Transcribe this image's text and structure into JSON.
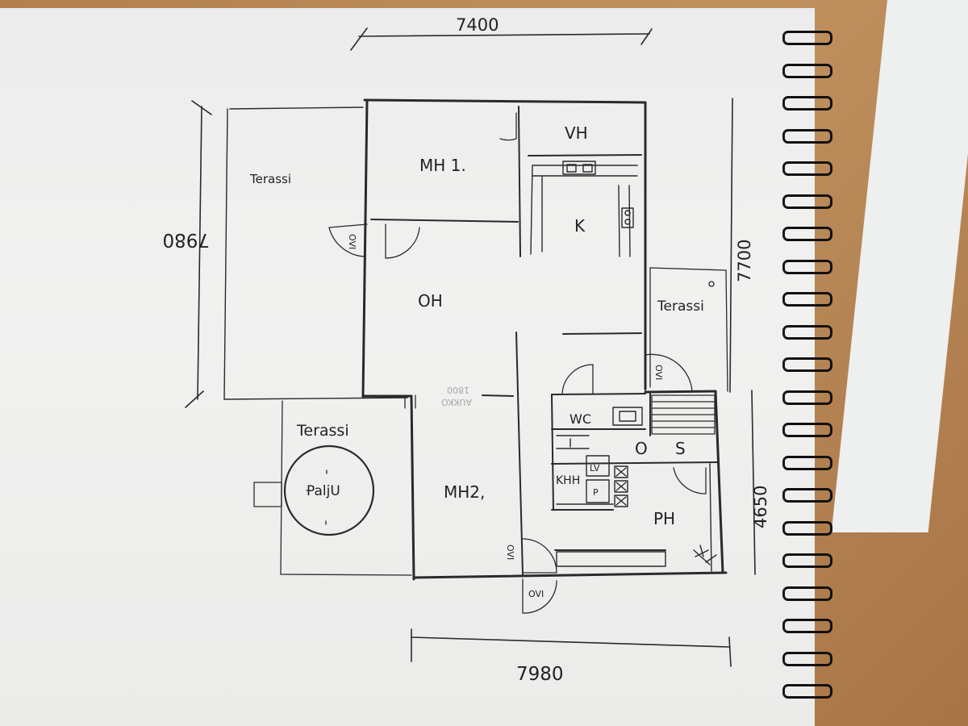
{
  "rooms": {
    "mh1": "MH 1.",
    "vh": "VH",
    "k": "K",
    "oh": "OH",
    "mh2": "MH2,",
    "wc": "WC",
    "khh": "KHH",
    "lv": "LV",
    "p": "P",
    "o": "O",
    "s": "S",
    "ph": "PH"
  },
  "terraces": {
    "left": "Terassi",
    "right": "Terassi",
    "bottom": "Terassi",
    "hot_tub": "PaljU"
  },
  "dimensions": {
    "top": "7400",
    "bottom": "7980",
    "left": "7980",
    "right_upper": "7700",
    "right_lower": "4650"
  },
  "doors": {
    "d1": "OVI",
    "d2": "OVI",
    "d3": "OVI",
    "d4": "OVI"
  },
  "faint_note": {
    "line1": "AUKKO",
    "line2": "1800"
  }
}
